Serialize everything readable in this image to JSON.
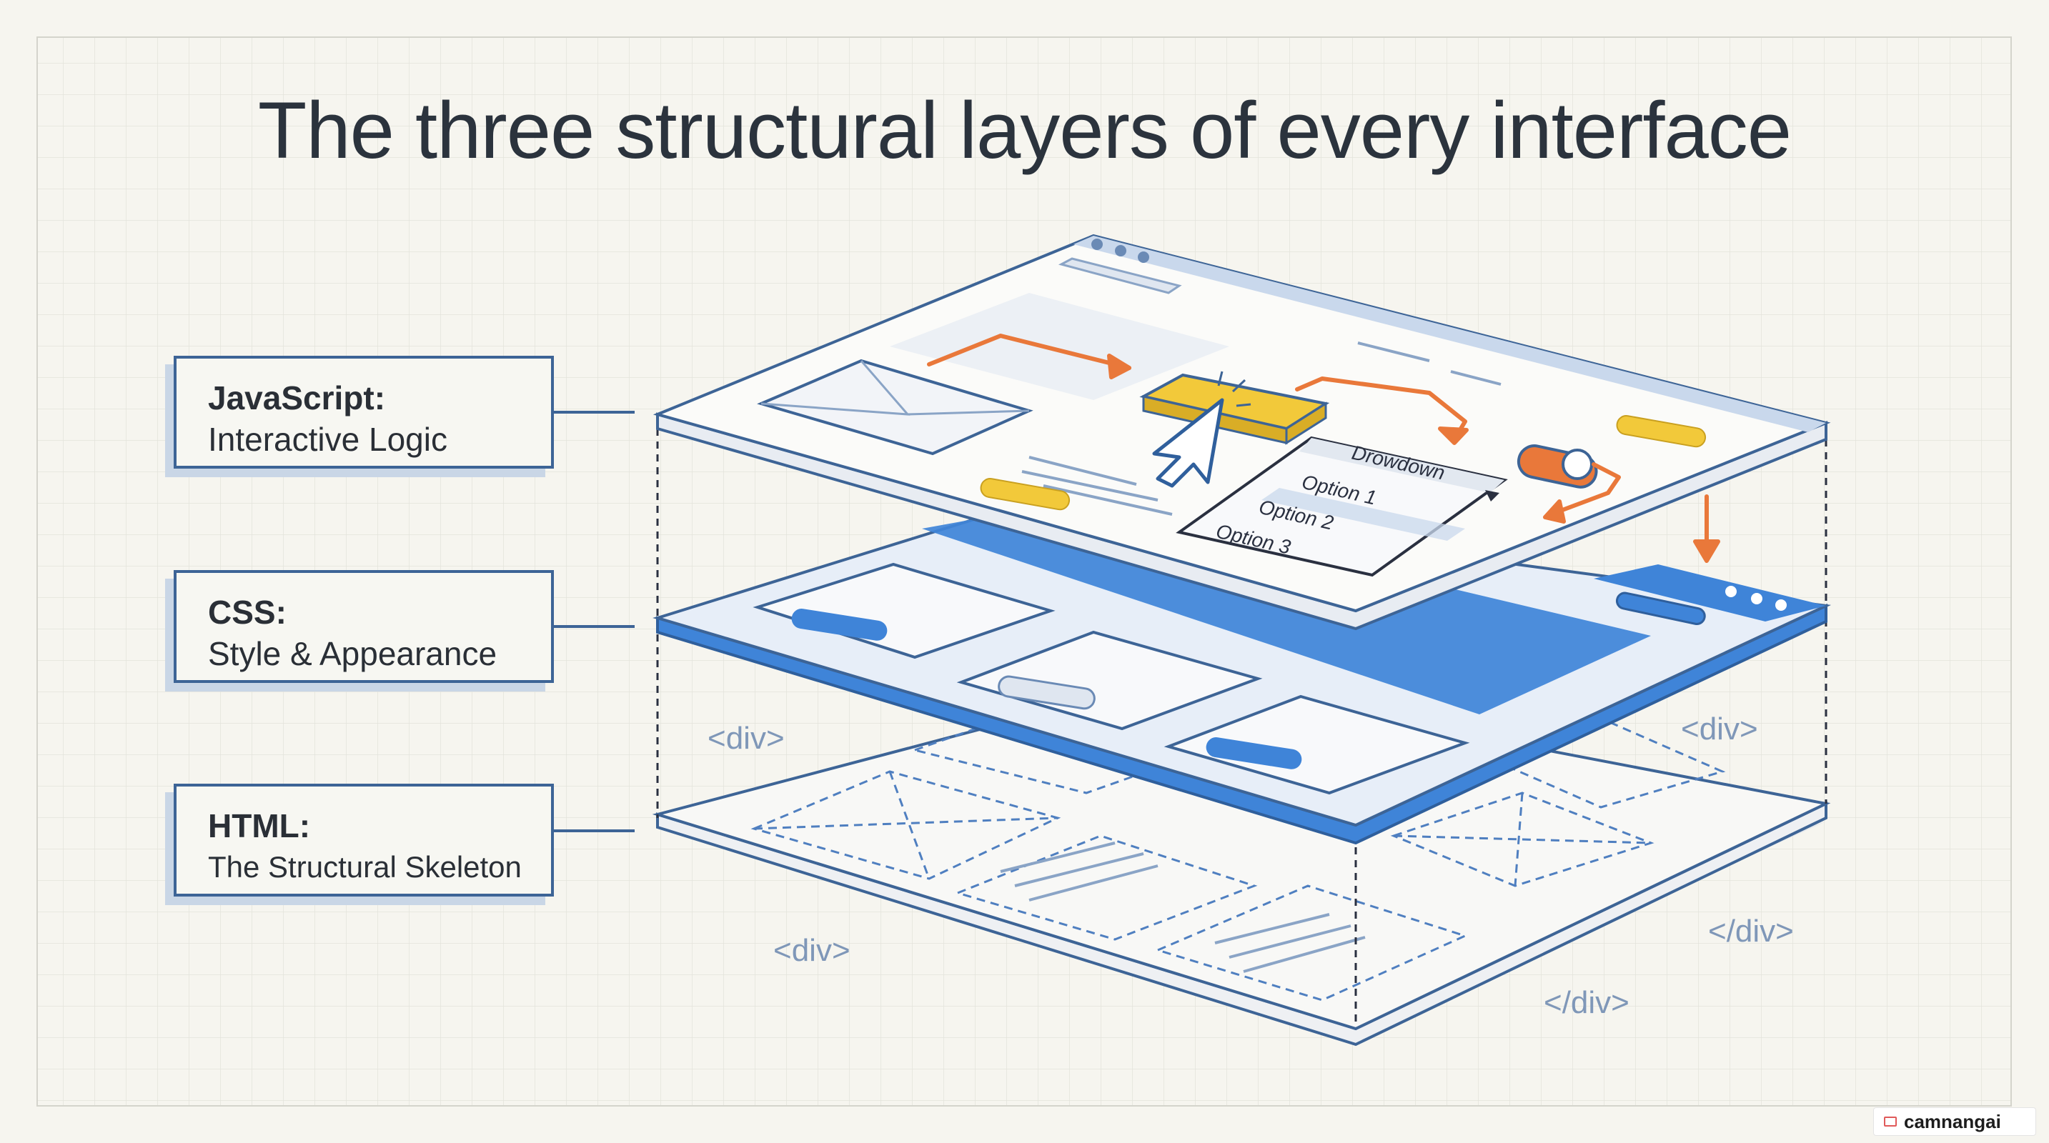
{
  "title": "The three structural layers of every interface",
  "labels": [
    {
      "head": "JavaScript:",
      "sub": "Interactive Logic"
    },
    {
      "head": "CSS:",
      "sub": "Style & Appearance"
    },
    {
      "head": "HTML:",
      "sub": "The Structural Skeleton"
    }
  ],
  "dropdown": {
    "label": "Drowdown",
    "options": [
      "Option 1",
      "Option 2",
      "Option 3"
    ]
  },
  "tags": {
    "div_left_mid": "<div>",
    "div_right_mid": "<div>",
    "div_left_bottom": "<div>",
    "close_right": "</div>",
    "close_bottom": "</div>"
  },
  "watermark": "camnangai",
  "colors": {
    "accent_blue": "#3f84d8",
    "frame_blue": "#3d6496",
    "arrow_orange": "#e9783a",
    "button_yellow": "#f2c93a",
    "background": "#f6f5ef"
  }
}
